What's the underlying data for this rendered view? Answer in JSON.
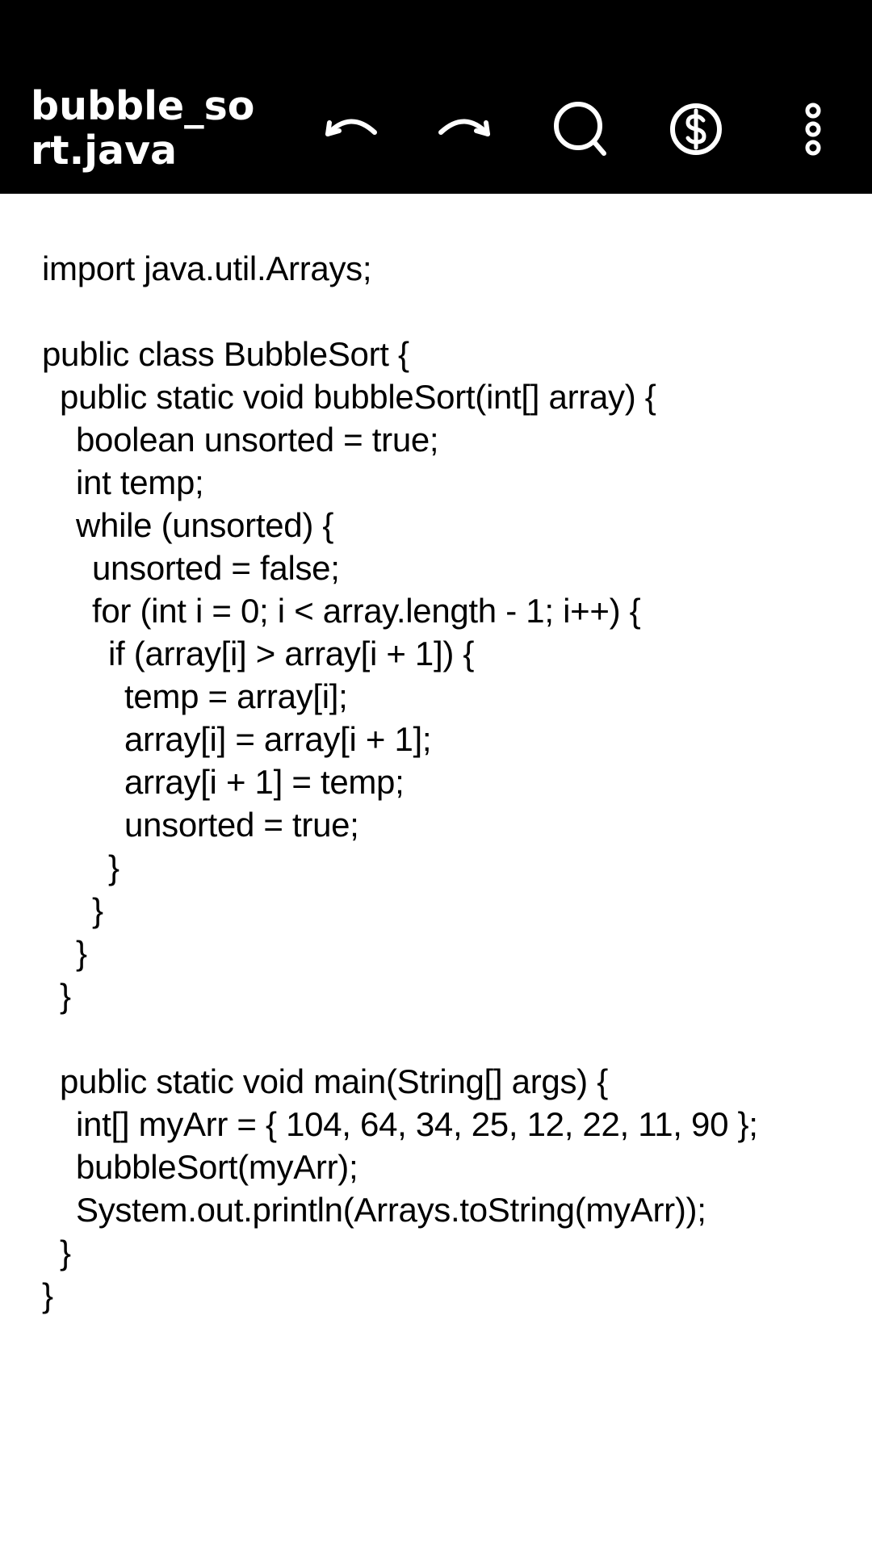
{
  "toolbar": {
    "file_name": "bubble_sort.java",
    "icons": {
      "undo": "undo-icon",
      "redo": "redo-icon",
      "search": "search-icon",
      "donate": "dollar-icon",
      "more": "more-vertical-icon"
    },
    "colors": {
      "background": "#000000",
      "foreground": "#ffffff"
    }
  },
  "editor": {
    "background": "#ffffff",
    "text_color": "#000000",
    "lines": [
      "import java.util.Arrays;",
      "",
      "public class BubbleSort {",
      "public static void bubbleSort(int[] array) {",
      "boolean unsorted = true;",
      "int temp;",
      "while (unsorted) {",
      "unsorted = false;",
      "for (int i = 0; i < array.length - 1; i++) {",
      "if (array[i] > array[i + 1]) {",
      "temp = array[i];",
      "array[i] = array[i + 1];",
      "array[i + 1] = temp;",
      "unsorted = true;",
      "}",
      "}",
      "}",
      "}",
      "",
      "public static void main(String[] args) {",
      "int[] myArr = { 104, 64, 34, 25, 12, 22, 11, 90 };",
      "bubbleSort(myArr);",
      "System.out.println(Arrays.toString(myArr));",
      "}",
      "}"
    ]
  }
}
